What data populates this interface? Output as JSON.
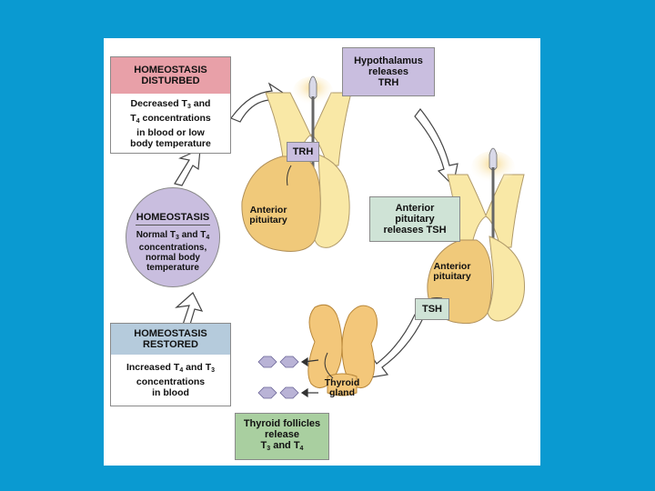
{
  "disturbed": {
    "title_line1": "HOMEOSTASIS",
    "title_line2": "DISTURBED",
    "body_line1": "Decreased T",
    "body_sub1": "3",
    "body_line1_end": " and",
    "body_line2": "T",
    "body_sub2": "4",
    "body_line2_end": " concentrations",
    "body_line3": "in blood or low",
    "body_line4": "body temperature"
  },
  "hypothalamus": {
    "line1": "Hypothalamus",
    "line2": "releases",
    "line3": "TRH"
  },
  "trh_tag": "TRH",
  "anterior_left": {
    "line1": "Anterior",
    "line2": "pituitary"
  },
  "homeostasis": {
    "title": "HOMEOSTASIS",
    "line1": "Normal T",
    "sub1": "3",
    "line1_mid": " and T",
    "sub2": "4",
    "line2": "concentrations,",
    "line3": "normal body",
    "line4": "temperature"
  },
  "pituitary_releases": {
    "line1": "Anterior",
    "line2": "pituitary",
    "line3": "releases TSH"
  },
  "anterior_right": {
    "line1": "Anterior",
    "line2": "pituitary"
  },
  "tsh_tag": "TSH",
  "restored": {
    "title_line1": "HOMEOSTASIS",
    "title_line2": "RESTORED",
    "body_line1": "Increased T",
    "body_sub1": "4",
    "body_line1_mid": " and T",
    "body_sub2": "3",
    "body_line2": "concentrations",
    "body_line3": "in blood"
  },
  "thyroid_gland": {
    "line1": "Thyroid",
    "line2": "gland"
  },
  "follicles": {
    "line1": "Thyroid follicles",
    "line2": "release",
    "line3": "T",
    "sub1": "3",
    "line3_mid": " and T",
    "sub2": "4"
  },
  "colors": {
    "background": "#0a9ad1",
    "disturbed_header": "#e8a0a8",
    "purple_box": "#c9bedf",
    "green_box": "#cfe3d6",
    "restored_header": "#b5cbdc",
    "follicles_box": "#a9cfa0",
    "tissue": "#f9e8a6",
    "pituitary": "#f0c97a"
  }
}
